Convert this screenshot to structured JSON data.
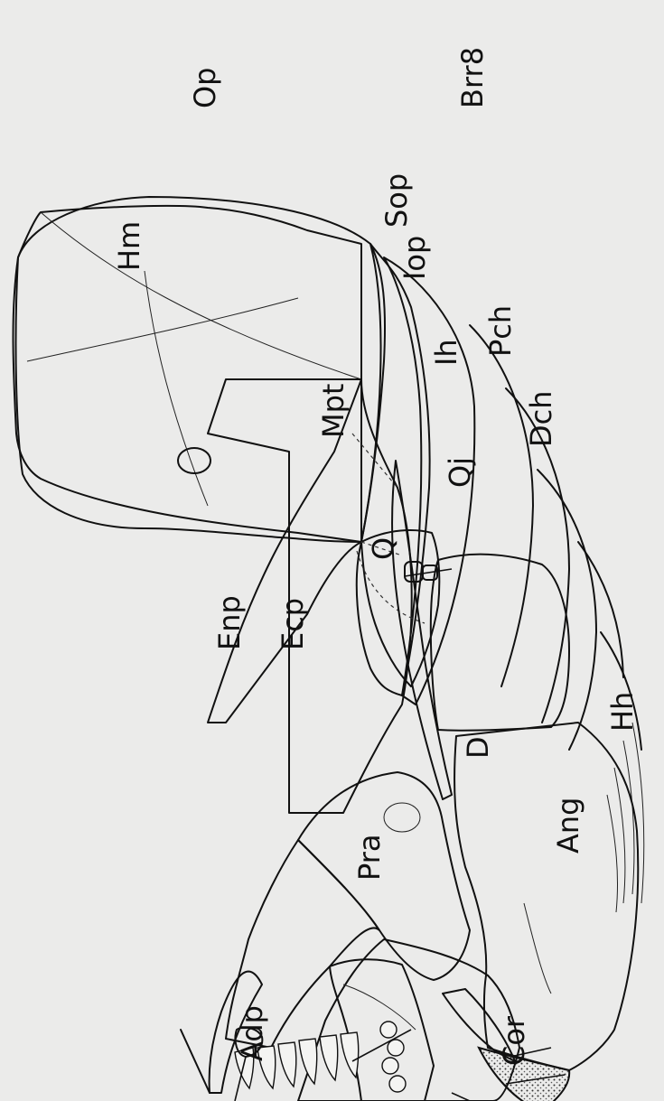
{
  "figure": {
    "background": "#ebebea",
    "ink": "#111111",
    "labels": {
      "op": "Op",
      "sop": "Sop",
      "brr": "Brr8",
      "hm": "Hm",
      "iop": "Iop",
      "ih": "Ih",
      "pch": "Pch",
      "mpt": "Mpt",
      "dch": "Dch",
      "qj": "Qj",
      "q": "Q",
      "enp": "Enp",
      "ecp": "Ecp",
      "hh": "Hh",
      "d": "D",
      "ang": "Ang",
      "pra": "Pra",
      "adp": "Adp",
      "cor": "Cor"
    }
  }
}
